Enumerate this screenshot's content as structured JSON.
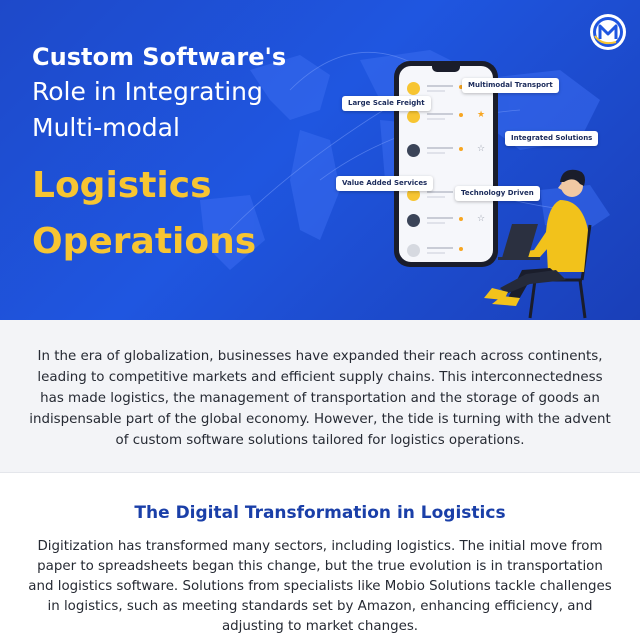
{
  "hero": {
    "title_line1": "Custom Software's",
    "title_line2": "Role in Integrating",
    "title_line3": "Multi-modal",
    "title_line4": "Logistics",
    "title_line5": "Operations",
    "tags": {
      "multimodal": "Multimodal Transport",
      "freight": "Large Scale Freight",
      "integrated": "Integrated Solutions",
      "value_added": "Value Added Services",
      "technology": "Technology Driven"
    }
  },
  "intro": {
    "text": "In the era of globalization, businesses have expanded their reach across continents, leading to competitive markets and efficient supply chains. This interconnectedness has made logistics, the management of transportation and the storage of goods an indispensable part of the global economy. However, the tide is turning with the advent of custom software solutions tailored for logistics operations."
  },
  "section": {
    "heading": "The Digital Transformation in Logistics",
    "text": "Digitization has transformed many sectors, including logistics. The initial move from paper to spreadsheets began this change, but the true evolution is in transportation and logistics software. Solutions from specialists like Mobio Solutions tackle challenges in logistics, such as meeting standards set by Amazon, enhancing efficiency, and adjusting to market changes."
  },
  "colors": {
    "hero_blue": "#1f56e0",
    "accent_yellow": "#f7c532",
    "heading_blue": "#1a3fa8"
  },
  "icons": {
    "logo": "mobio-logo-icon",
    "phone": "phone-illustration",
    "person": "person-with-laptop-illustration"
  }
}
